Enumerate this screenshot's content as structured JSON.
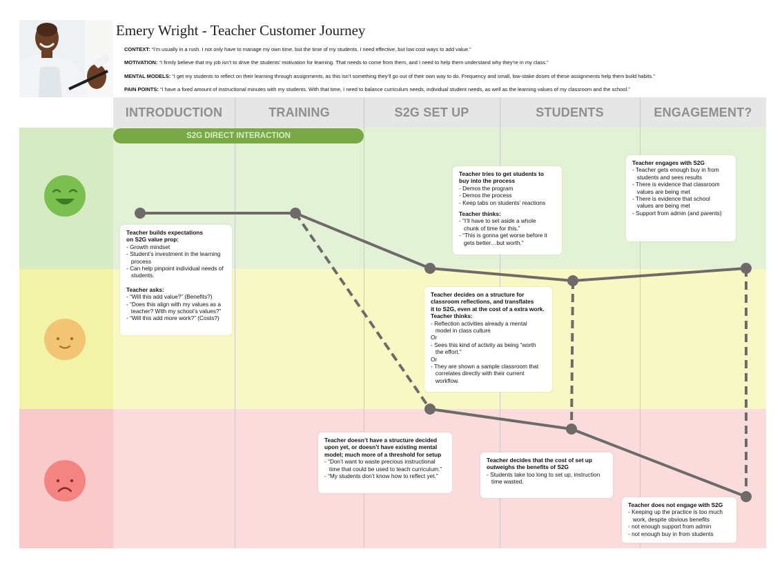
{
  "persona": {
    "title": "Emery Wright - Teacher Customer Journey",
    "context_label": "CONTEXT:",
    "context_text": " “I’m usually in a rush. I not only have to manage my own time, but the time of my students. I need effective, but low cost ways to add value.”",
    "motivation_label": "MOTIVATION:",
    "motivation_text": " “I firmly believe that my job isn’t to drive the students’ motivation for learning. That needs to come from them, and I need to help them understand why they’re in my class.”",
    "mental_label": "MENTAL MODELS:",
    "mental_text": " “I get my students to reflect on their learning through assignments, as this isn’t something they’ll go out of their own way to do. Frequency and small, low-stake doses of these assignments help them build habits.”",
    "pain_label": "PAIN POINTS:",
    "pain_text": " “I have a fixed amount of instructional minutes with my students. With that time, I need to balance curriculum needs, individual student needs, as well as the learning values of my classroom and the school.”"
  },
  "phases": [
    "INTRODUCTION",
    "TRAINING",
    "S2G SET UP",
    "STUDENTS",
    "ENGAGEMENT?"
  ],
  "pill_label": "S2G DIRECT INTERACTION",
  "colors": {
    "happy_band": "#e3f1d7",
    "neutral_band": "#f8f8c4",
    "sad_band": "#fbdcdc",
    "happy_face": "#7bc04e",
    "neutral_face": "#f1c573",
    "sad_face": "#f48482",
    "header_band": "#e6e6e6",
    "line": "#6e6a6a",
    "pill": "#79a947"
  },
  "notes": {
    "intro": {
      "heading": "Teacher builds expectations\non S2G value prop:",
      "list": "- Growth mindset\n- Student’s investment in the learning\n   process\n- Can help pinpoint individual needs of\n   students.",
      "heading2": "Teacher asks:",
      "list2": "- “Will this add value?” (Benefits?)\n- “Does this align with my values as a\n   teacher? With my school’s values?”\n- “Will this add more work?” (Costs?)"
    },
    "students_top": {
      "heading": "Teacher tries to get students to\nbuy into the process",
      "list": "- Demos the program\n- Demos the process\n- Keep tabs on students’ reactions",
      "heading2": "Teacher thinks:",
      "list2": "- “I’ll have to set aside a whole\n   chunk of time for this.”\n- “This is gonna get worse before it\n   gets better…but worth.”"
    },
    "engage_top": {
      "heading": "Teacher engages with S2G",
      "list": "- Teacher gets enough buy in from\n   students and sees results\n- There is evidence that classroom\n   values are being met\n- There is evidence that school\n   values are being met\n- Support from admin (and parents)"
    },
    "setup_mid": {
      "heading": "Teacher decides on a structure for\nclassroom reflections, and transflates\nit to S2G, even at the cost of a extra work.\nTeacher thinks:",
      "list": "- Reflection activities already a mental\n   model in class culture\nOr\n- Sees this kind of activity as being “worth\n   the effort.”\nOr\n- They are shown a sample classroom that\n   correlates directly with their current\n   workflow."
    },
    "setup_low": {
      "heading": "Teacher doesn’t have a structure decided\nupon yet, or doesn’t have existing mental\nmodel; much more of a threshold for setup",
      "list": "- “Don’t want to waste precious instructional\n   time that could be used to teach curriculum.”\n- “My students don’t know how to reflect yet.”"
    },
    "students_low": {
      "heading": "Teacher decides that the cost of set up\noutweighs the benefits of S2G",
      "list": "- Students take too long to set up, instruction\n   time wasted."
    },
    "engage_low": {
      "heading": "Teacher does not engage with S2G",
      "list": "- Keeping up the practice is too much\n   work, despite obvious benefits\n- not enough support from admin\n- not enough buy in from students"
    }
  }
}
